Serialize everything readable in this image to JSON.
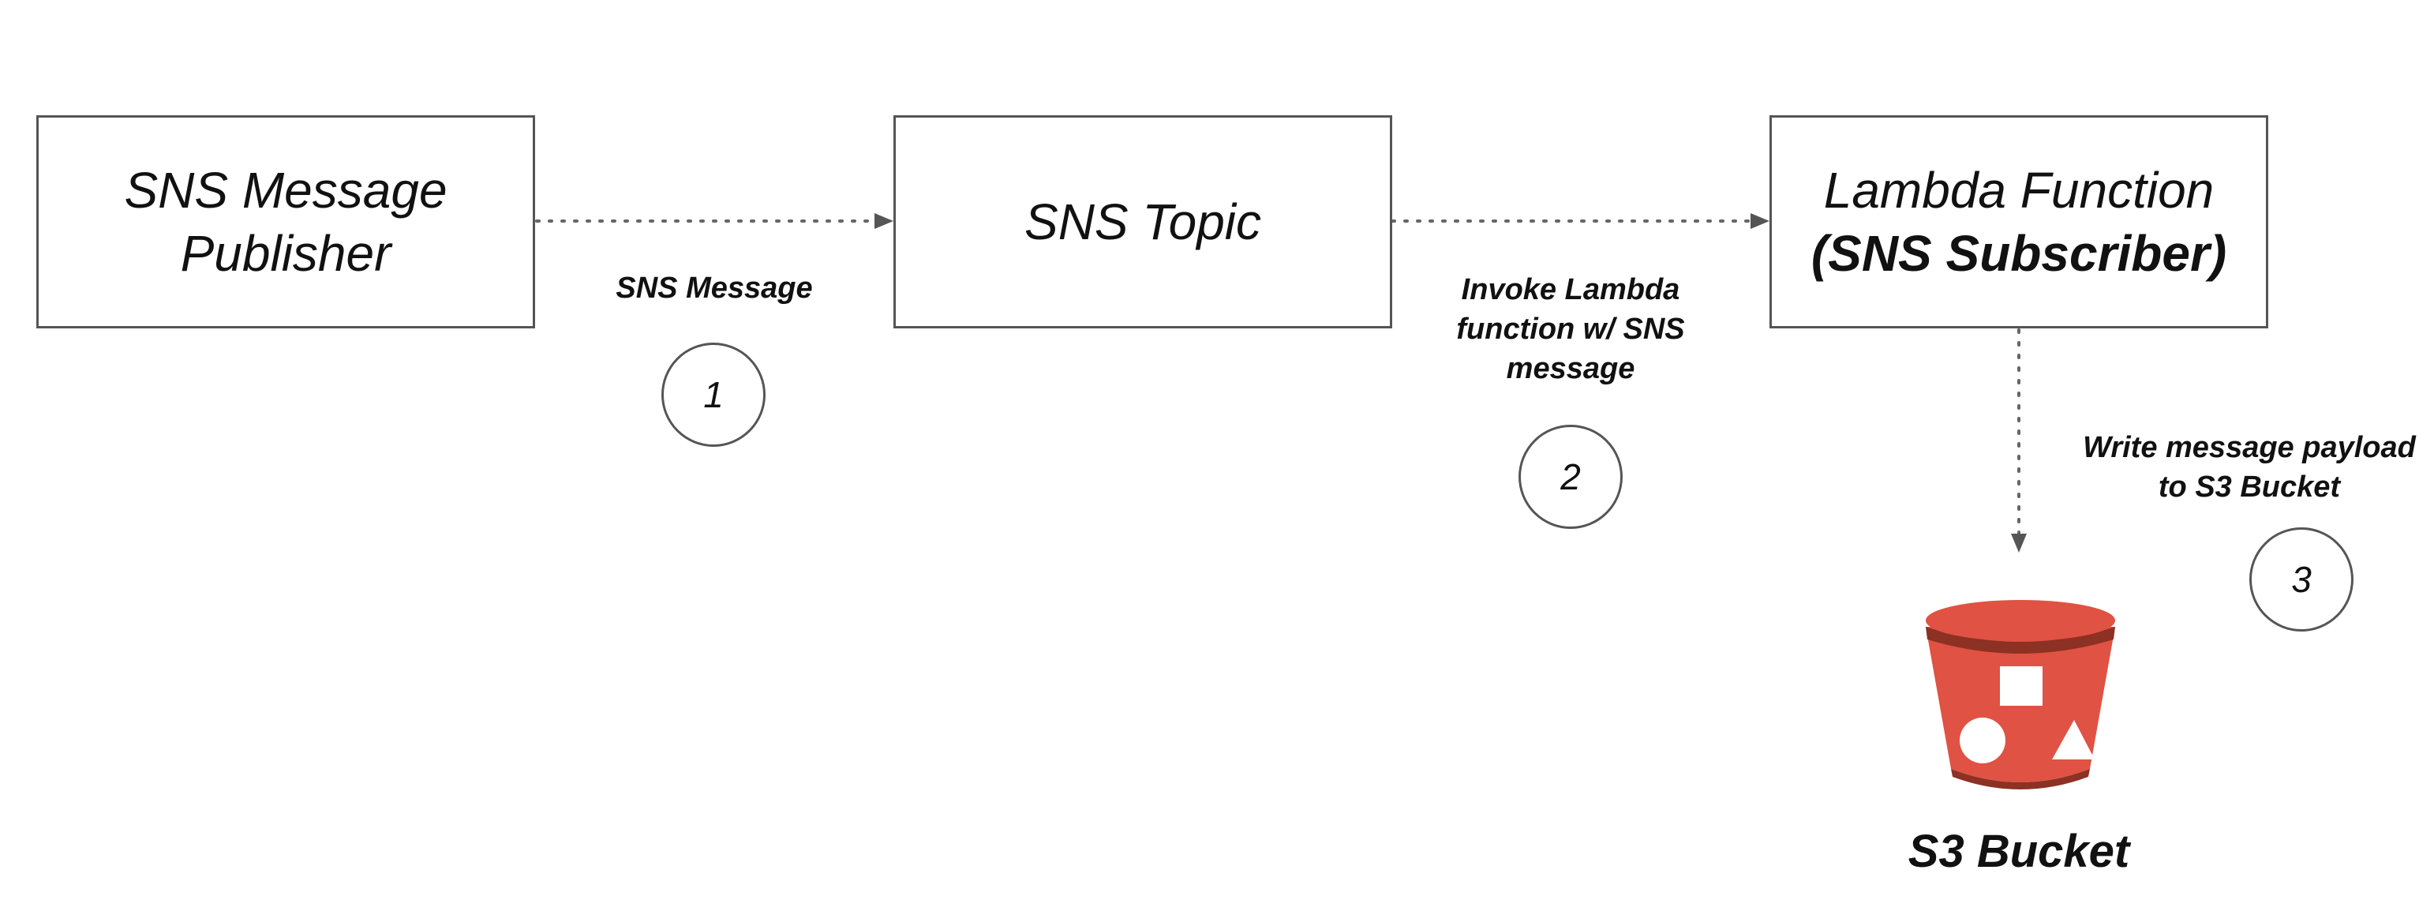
{
  "nodes": {
    "publisher": {
      "line1": "SNS Message",
      "line2": "Publisher"
    },
    "topic": {
      "line1": "SNS Topic"
    },
    "lambda": {
      "line1": "Lambda Function",
      "line2": "(SNS Subscriber)"
    },
    "bucket": {
      "label": "S3 Bucket",
      "icon": "s3-bucket-icon",
      "color": "#e05243",
      "dark_color": "#8c3123"
    }
  },
  "edges": {
    "publish": {
      "label": "SNS Message",
      "step": "1"
    },
    "invoke": {
      "line1": "Invoke Lambda",
      "line2": "function w/ SNS",
      "line3": "message",
      "step": "2"
    },
    "write": {
      "line1": "Write message payload",
      "line2": "to S3 Bucket",
      "step": "3"
    }
  },
  "colors": {
    "stroke": "#555555",
    "text": "#111111",
    "background": "#ffffff"
  }
}
